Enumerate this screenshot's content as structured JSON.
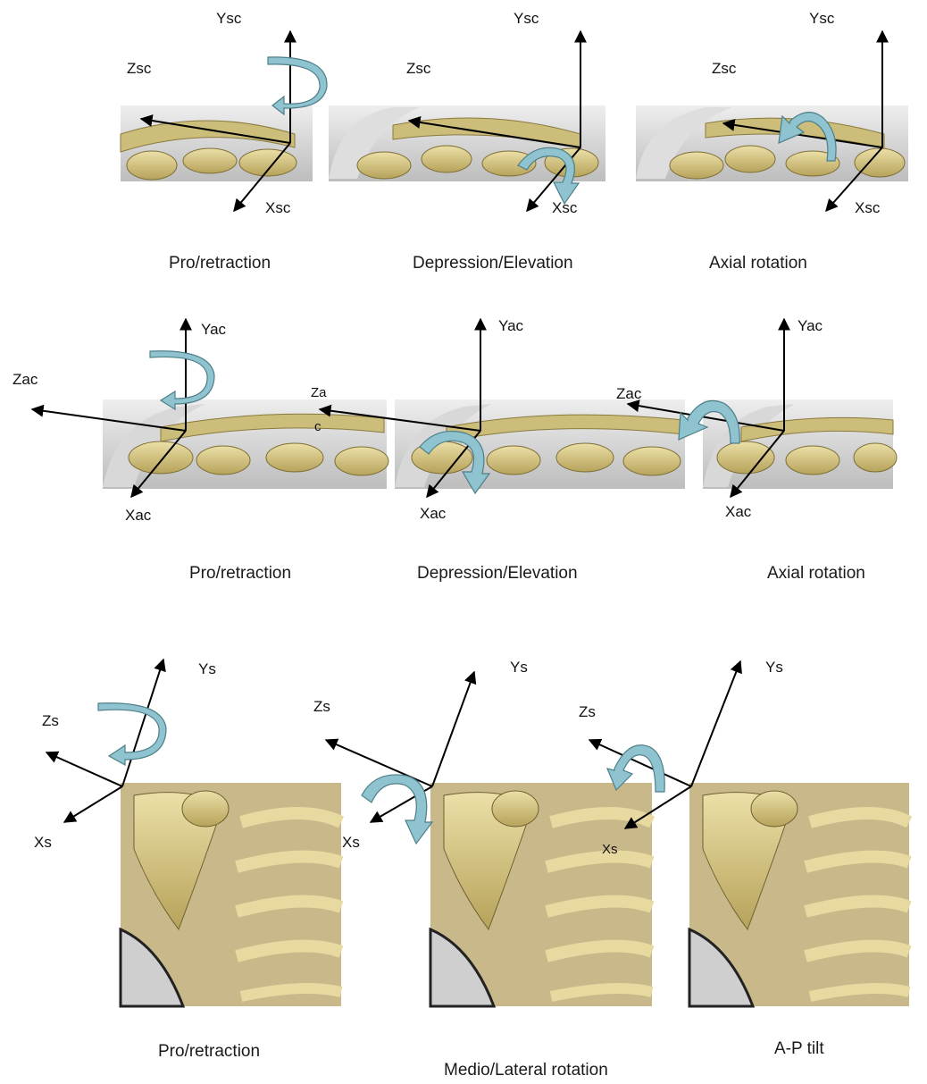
{
  "rows": [
    {
      "panels": [
        {
          "axes": {
            "y": "Ysc",
            "z": "Zsc",
            "x": "Xsc"
          },
          "caption": "Pro/retraction"
        },
        {
          "axes": {
            "y": "Ysc",
            "z": "Zsc",
            "x": "Xsc"
          },
          "caption": "Depression/Elevation"
        },
        {
          "axes": {
            "y": "Ysc",
            "z": "Zsc",
            "x": "Xsc"
          },
          "caption": "Axial rotation"
        }
      ]
    },
    {
      "panels": [
        {
          "axes": {
            "y": "Yac",
            "z": "Zac",
            "x": "Xac"
          },
          "caption": "Pro/retraction"
        },
        {
          "axes": {
            "y": "Yac",
            "z_line1": "Za",
            "z_line2": "c",
            "x": "Xac"
          },
          "caption": "Depression/Elevation"
        },
        {
          "axes": {
            "y": "Yac",
            "z": "Zac",
            "x": "Xac"
          },
          "caption": "Axial rotation"
        }
      ]
    },
    {
      "panels": [
        {
          "axes": {
            "y": "Ys",
            "z": "Zs",
            "x": "Xs"
          },
          "caption": "Pro/retraction"
        },
        {
          "axes": {
            "y": "Ys",
            "z": "Zs",
            "x": "Xs"
          },
          "caption": "Medio/Lateral rotation"
        },
        {
          "axes": {
            "y": "Ys",
            "z": "Zs",
            "x": "Xs"
          },
          "caption": "A-P tilt"
        }
      ]
    }
  ],
  "colors": {
    "bone": "#d8c486",
    "bone_shadow": "#8a7a3e",
    "skin": "#dcdcdc",
    "rotation_arrow": "#8ec3cf",
    "rotation_outline": "#4d7f88",
    "axis": "#000000"
  }
}
